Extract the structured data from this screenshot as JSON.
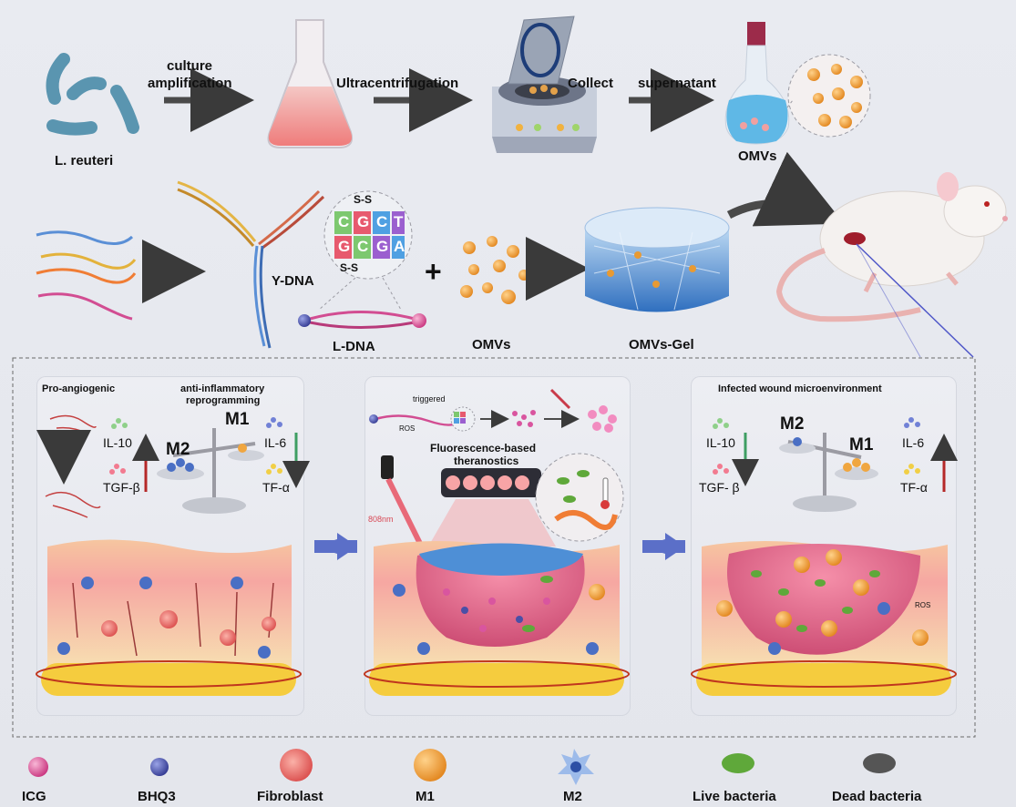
{
  "row1": {
    "bacteria_label": "L. reuteri",
    "step1": [
      "culture",
      "amplification"
    ],
    "step2": "Ultracentrifugation",
    "step3": "Collect",
    "step4": "supernatant",
    "product": "OMVs"
  },
  "row2": {
    "ydna": "Y-DNA",
    "ldna": "L-DNA",
    "ss_top": "S-S",
    "ss_bottom": "S-S",
    "bases_top": [
      "C",
      "G",
      "C",
      "T"
    ],
    "bases_bottom": [
      "G",
      "C",
      "G",
      "A"
    ],
    "plus": "+",
    "omvs": "OMVs",
    "gel": "OMVs-Gel"
  },
  "panel_left": {
    "title1": "Pro-angiogenic",
    "title2": [
      "anti-inflammatory",
      "reprogramming"
    ],
    "m2": "M2",
    "m1": "M1",
    "il10": "IL-10",
    "tgf": "TGF-β",
    "il6": "IL-6",
    "tf": "TF-α"
  },
  "panel_mid": {
    "triggered": "triggered",
    "ros": "ROS",
    "fluor": [
      "Fluorescence-based",
      "theranostics"
    ],
    "laser": "808nm"
  },
  "panel_right": {
    "title": "Infected wound microenvironment",
    "m2": "M2",
    "m1": "M1",
    "il10": "IL-10",
    "tgf": "TGF- β",
    "il6": "IL-6",
    "tf": "TF-α",
    "ros": "ROS"
  },
  "legend": [
    {
      "label": "ICG",
      "color": "#d9559f"
    },
    {
      "label": "BHQ3",
      "color": "#4a4fa6"
    },
    {
      "label": "Fibroblast",
      "color": "#e8615e"
    },
    {
      "label": "M1",
      "color": "#f0a640"
    },
    {
      "label": "M2",
      "color": "#4a6fc4"
    },
    {
      "label": "Live bacteria",
      "color": "#5fa83a"
    },
    {
      "label": "Dead bacteria",
      "color": "#555555"
    }
  ]
}
